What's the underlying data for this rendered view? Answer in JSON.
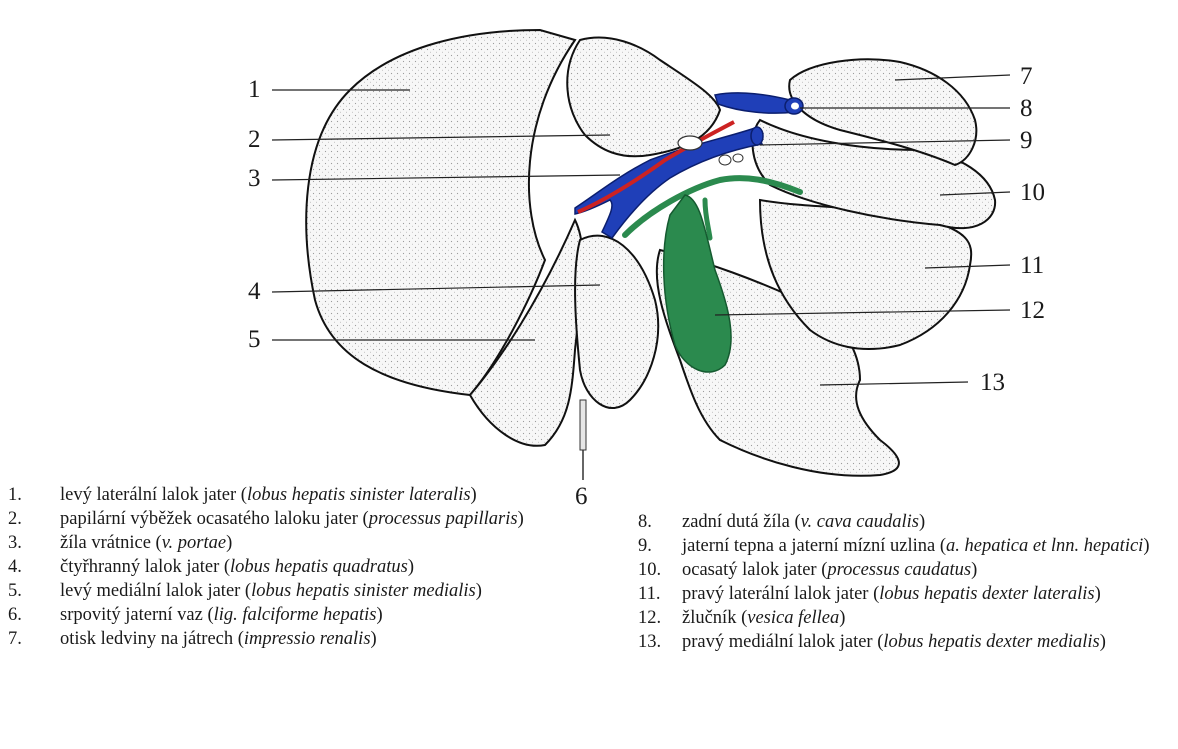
{
  "colors": {
    "vein": "#1f3fb8",
    "artery": "#cc2222",
    "bile": "#2b8a4e",
    "outline": "#111111",
    "stipple": "#888888"
  },
  "callouts": [
    "1",
    "2",
    "3",
    "4",
    "5",
    "6",
    "7",
    "8",
    "9",
    "10",
    "11",
    "12",
    "13"
  ],
  "legend": [
    {
      "num": "1.",
      "text": "levý laterální lalok jater (",
      "latin": "lobus hepatis sinister lateralis",
      "close": ")"
    },
    {
      "num": "2.",
      "text": "papilární výběžek ocasatého laloku jater (",
      "latin": "processus papillaris",
      "close": ")"
    },
    {
      "num": "3.",
      "text": "žíla vrátnice (",
      "latin": "v. portae",
      "close": ")"
    },
    {
      "num": "4.",
      "text": "čtyřhranný lalok jater (",
      "latin": "lobus hepatis quadratus",
      "close": ")"
    },
    {
      "num": "5.",
      "text": "levý mediální lalok jater (",
      "latin": "lobus hepatis sinister medialis",
      "close": ")"
    },
    {
      "num": "6.",
      "text": "srpovitý jaterní vaz (",
      "latin": "lig. falciforme hepatis",
      "close": ")"
    },
    {
      "num": "7.",
      "text": "otisk ledviny na játrech (",
      "latin": "impressio renalis",
      "close": ")"
    },
    {
      "num": "8.",
      "text": "zadní dutá žíla (",
      "latin": "v. cava caudalis",
      "close": ")"
    },
    {
      "num": "9.",
      "text": "jaterní tepna a jaterní mízní uzlina (",
      "latin": "a. hepatica et lnn. hepatici",
      "close": ")"
    },
    {
      "num": "10.",
      "text": "ocasatý lalok jater (",
      "latin": "processus caudatus",
      "close": ")"
    },
    {
      "num": "11.",
      "text": "pravý laterální lalok jater (",
      "latin": "lobus hepatis dexter lateralis",
      "close": ")"
    },
    {
      "num": "12.",
      "text": "žlučník (",
      "latin": "vesica fellea",
      "close": ")"
    },
    {
      "num": "13.",
      "text": "pravý mediální lalok jater (",
      "latin": "lobus hepatis dexter medialis",
      "close": ")"
    }
  ]
}
